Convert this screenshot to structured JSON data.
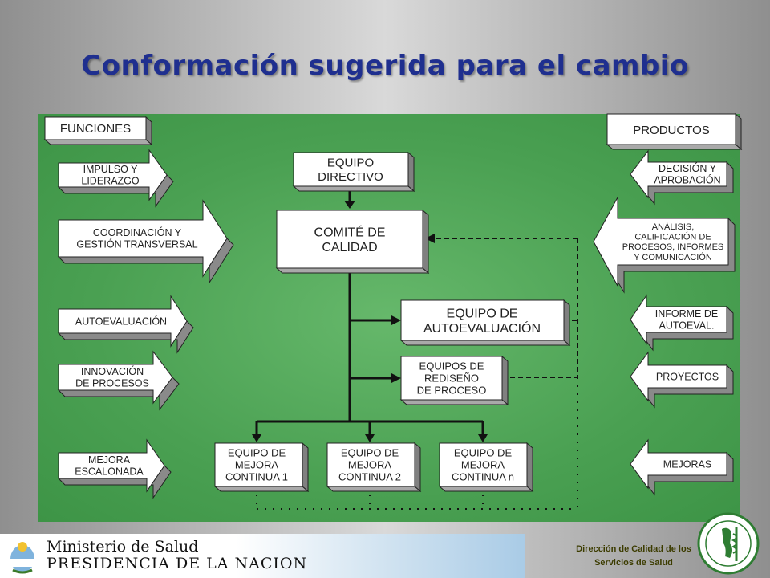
{
  "title": "Conformación sugerida para el cambio",
  "diagram": {
    "funciones_header": "FUNCIONES",
    "productos_header": "PRODUCTOS",
    "funciones": [
      [
        "IMPULSO Y",
        "LIDERAZGO"
      ],
      [
        "COORDINACIÓN Y",
        "GESTIÓN TRANSVERSAL"
      ],
      [
        "AUTOEVALUACIÓN"
      ],
      [
        "INNOVACIÓN",
        "DE PROCESOS"
      ],
      [
        "MEJORA",
        "ESCALONADA"
      ]
    ],
    "productos": [
      [
        "DECISIÓN Y",
        "APROBACIÓN"
      ],
      [
        "ANÁLISIS,",
        "CALIFICACIÓN DE",
        "PROCESOS, INFORMES",
        "Y COMUNICACIÓN"
      ],
      [
        "INFORME DE",
        "AUTOEVAL."
      ],
      [
        "PROYECTOS"
      ],
      [
        "MEJORAS"
      ]
    ],
    "equipo_directivo": [
      "EQUIPO",
      "DIRECTIVO"
    ],
    "comite": [
      "COMITÉ DE",
      "CALIDAD"
    ],
    "equipo_autoevaluacion": [
      "EQUIPO DE",
      "AUTOEVALUACIÓN"
    ],
    "equipos_rediseno": [
      "EQUIPOS DE",
      "REDISEÑO",
      "DE PROCESO"
    ],
    "equipos_mejora": [
      [
        "EQUIPO DE",
        "MEJORA",
        "CONTINUA 1"
      ],
      [
        "EQUIPO DE",
        "MEJORA",
        "CONTINUA 2"
      ],
      [
        "EQUIPO DE",
        "MEJORA",
        "CONTINUA n"
      ]
    ]
  },
  "footer": {
    "ministry_line1": "Ministerio de Salud",
    "ministry_line2": "PRESIDENCIA DE LA NACION",
    "dept_line1": "Dirección de Calidad de los",
    "dept_line2": "Servicios de Salud"
  },
  "colors": {
    "title": "#1f2f8f",
    "board": "#4aa052"
  }
}
